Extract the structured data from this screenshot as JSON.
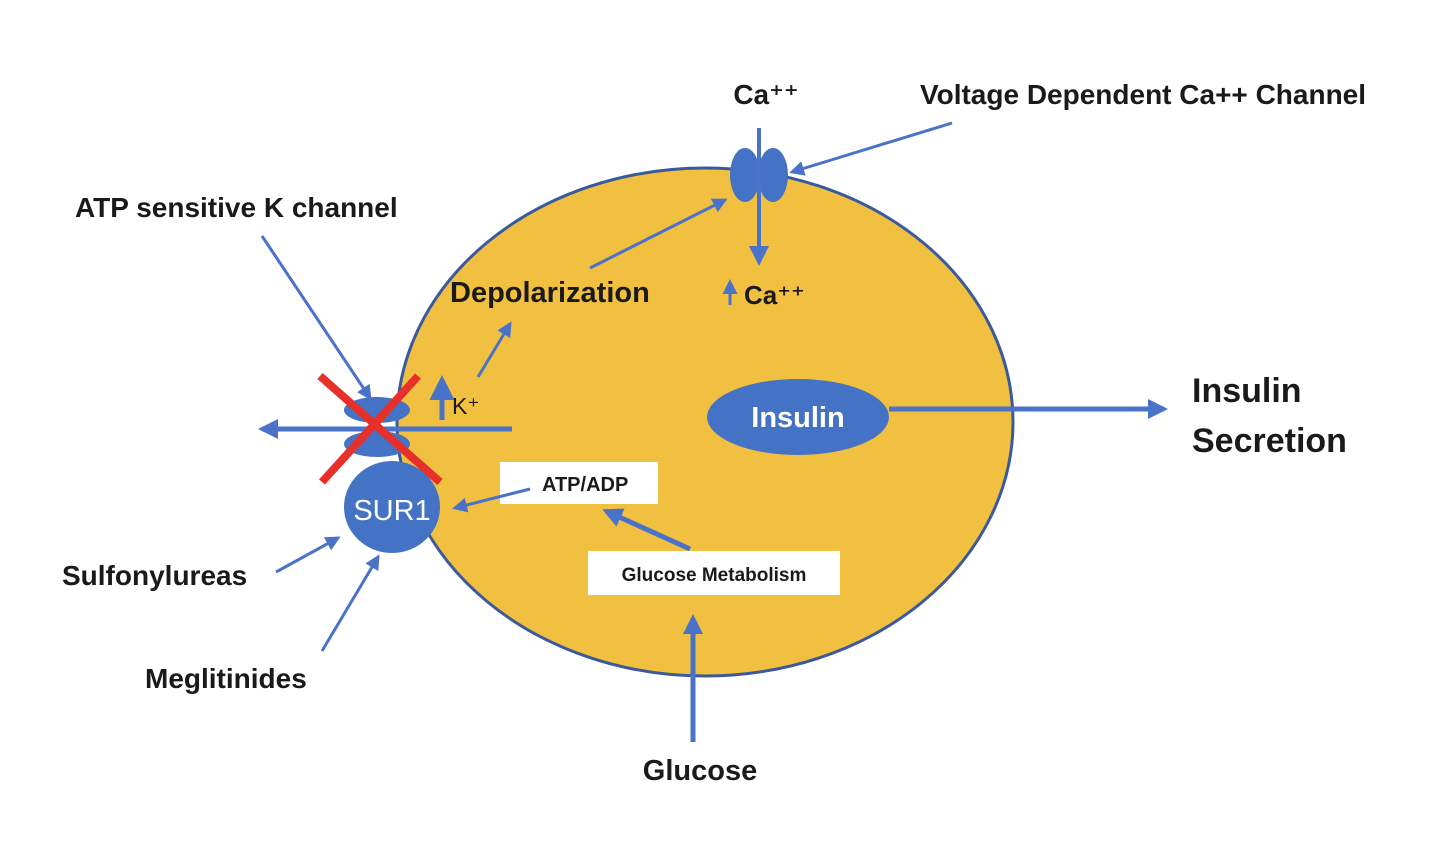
{
  "labels": {
    "ca_top": "Ca⁺⁺",
    "voltage_channel": "Voltage Dependent Ca++ Channel",
    "atp_k_channel": "ATP sensitive K channel",
    "depolarization": "Depolarization",
    "ca_inside": "Ca⁺⁺",
    "k_plus": "K⁺",
    "insulin": "Insulin",
    "insulin_secretion_line1": "Insulin",
    "insulin_secretion_line2": "Secretion",
    "atp_adp": "ATP/ADP",
    "sur1": "SUR1",
    "glucose_metabolism": "Glucose Metabolism",
    "sulfonylureas": "Sulfonylureas",
    "meglitinides": "Meglitinides",
    "glucose": "Glucose"
  },
  "colors": {
    "cell_fill": "#F2C040",
    "cell_stroke": "#3A5A9C",
    "channel_blue": "#4472C4",
    "arrow_blue": "#4A72C8",
    "cross_red": "#E8302A",
    "text_dark": "#1a1a1a"
  }
}
